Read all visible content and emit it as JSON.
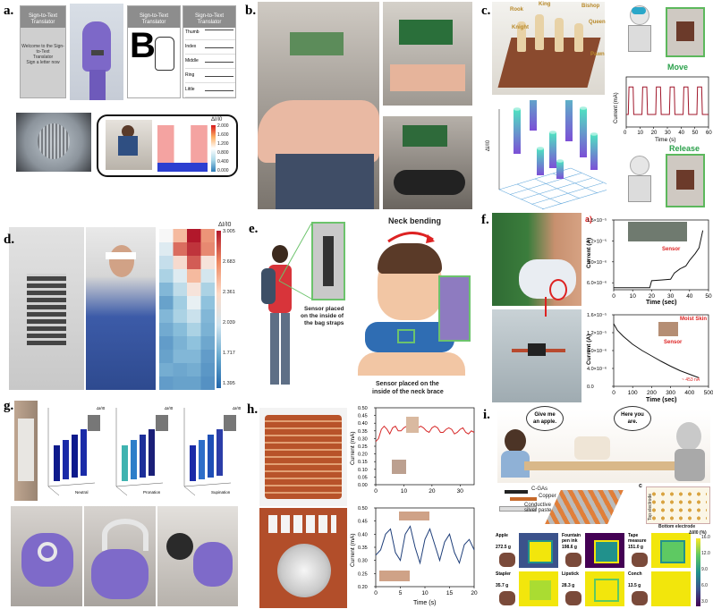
{
  "panels": {
    "a": {
      "label": "a.",
      "app_title_1": "Sign-to-Text",
      "app_title_2": "Translator",
      "welcome_1": "Welcome to the Sign-to-Text",
      "welcome_2": "Translator",
      "welcome_3": "Sign a letter now",
      "letter": "B",
      "fingers": [
        "Thumb",
        "Index",
        "Middle",
        "Ring",
        "Little"
      ],
      "cbar_label": "ΔI/I0",
      "cbar_ticks": [
        "2.000",
        "1.600",
        "1.200",
        "0.800",
        "0.400",
        "0.000"
      ]
    },
    "b": {
      "label": "b."
    },
    "c": {
      "label": "c.",
      "pieces": [
        "Rook",
        "Bishop",
        "Knight",
        "Queen",
        "King",
        "Pawn"
      ],
      "move": "Move",
      "release": "Release",
      "ylabel": "Current (mA)",
      "xlabel": "Time (s)",
      "bar_ylabel": "ΔI/I0"
    },
    "d": {
      "label": "d.",
      "cbar_label": "ΔI/I0",
      "cbar_ticks": [
        "3.005",
        "2.683",
        "2.361",
        "2.039",
        "1.717",
        "1.395"
      ]
    },
    "e": {
      "label": "e.",
      "neck_bending": "Neck bending",
      "strap_1": "Sensor placed",
      "strap_2": "on the inside of",
      "strap_3": "the bag straps",
      "brace_1": "Sensor placed on the",
      "brace_2": "inside of the neck brace"
    },
    "f": {
      "label": "f.",
      "sub_a": "a)",
      "sensor": "Sensor",
      "moist": "Moist Skin",
      "ylabel": "Current (A)",
      "xlabel": "Time (sec)",
      "annot": "~ 453 nA"
    },
    "g": {
      "label": "g.",
      "conditions": [
        "Neutral",
        "Pronation",
        "Supination"
      ],
      "zlabel": "ΔI/I0"
    },
    "h": {
      "label": "h.",
      "ylabel": "Current (mA)",
      "xlabel": "Time (s)"
    },
    "i": {
      "label": "i.",
      "speech_1": "Give me",
      "speech_2": "an apple.",
      "reply_1": "Here you",
      "reply_2": "are.",
      "layer_cgas": "C-GAs",
      "layer_copper": "Copper",
      "layer_silver_1": "Conductive",
      "layer_silver_2": "silver paste",
      "sub_c": "c",
      "top_electrode": "Top electrode",
      "bottom_electrode": "Bottom electrode",
      "items": [
        {
          "name": "Apple",
          "mass": "272.5 g"
        },
        {
          "name": "Fountain pen ink",
          "mass": "198.6 g"
        },
        {
          "name": "Tape measure",
          "mass": "151.0 g"
        },
        {
          "name": "Stapler",
          "mass": "35.7 g"
        },
        {
          "name": "Lipstick",
          "mass": "28.3 g"
        },
        {
          "name": "Conch",
          "mass": "13.5 g"
        }
      ],
      "cbar_label": "ΔI/I0 (%)",
      "cbar_ticks": [
        "16.0",
        "12.0",
        "9.0",
        "6.0",
        "3.0"
      ]
    }
  },
  "chart_data": [
    {
      "type": "line",
      "panel": "c",
      "xlabel": "Time (s)",
      "ylabel": "Current (mA)",
      "xlim": [
        0,
        60
      ],
      "x_ticks": [
        0,
        10,
        20,
        30,
        40,
        50,
        60
      ],
      "annotations": [
        "Move",
        "Release"
      ]
    },
    {
      "type": "line",
      "panel": "f-top",
      "xlabel": "Time (sec)",
      "ylabel": "Current (A)",
      "xlim": [
        0,
        50
      ],
      "ylim": [
        5e-06,
        1.5e-05
      ],
      "x_ticks": [
        0,
        10,
        20,
        30,
        40,
        50
      ],
      "y_tick_labels": [
        "6.0×10⁻⁶",
        "9.0×10⁻⁶",
        "1.2×10⁻⁵",
        "1.5×10⁻⁵"
      ],
      "x": [
        0,
        5,
        10,
        15,
        19,
        20,
        25,
        30,
        32,
        35,
        38,
        40,
        43,
        45,
        47
      ],
      "y": [
        5.3e-06,
        5.3e-06,
        5.3e-06,
        5.3e-06,
        5.3e-06,
        6.3e-06,
        6.4e-06,
        6.5e-06,
        7.4e-06,
        8e-06,
        8.4e-06,
        9.2e-06,
        1.02e-05,
        1.1e-05,
        1.35e-05
      ]
    },
    {
      "type": "line",
      "panel": "f-bottom",
      "title": "Moist Skin",
      "xlabel": "Time (sec)",
      "ylabel": "Current (A)",
      "xlim": [
        0,
        500
      ],
      "ylim": [
        0,
        1.6e-05
      ],
      "x_ticks": [
        0,
        100,
        200,
        300,
        400,
        500
      ],
      "y_tick_labels": [
        "0.0",
        "4.0×10⁻⁶",
        "8.0×10⁻⁶",
        "1.2×10⁻⁵",
        "1.6×10⁻⁵"
      ],
      "x": [
        0,
        20,
        50,
        100,
        150,
        200,
        250,
        300,
        350,
        400,
        450
      ],
      "y": [
        1.4e-05,
        1.25e-05,
        1.12e-05,
        9.4e-06,
        8e-06,
        6.8e-06,
        5.6e-06,
        4.5e-06,
        3.5e-06,
        2.7e-06,
        1.9e-06
      ],
      "annotation": "~ 453 nA"
    },
    {
      "type": "line",
      "panel": "h-top",
      "xlabel": "",
      "ylabel": "Current (mA)",
      "xlim": [
        0,
        35
      ],
      "ylim": [
        0,
        0.5
      ],
      "x_ticks": [
        0,
        10,
        20,
        30
      ],
      "y_ticks": [
        0,
        0.05,
        0.1,
        0.15,
        0.2,
        0.25,
        0.3,
        0.35,
        0.4,
        0.45,
        0.5
      ],
      "x": [
        0,
        1,
        2,
        3,
        4,
        5,
        6,
        7,
        8,
        9,
        10,
        11,
        12,
        13,
        14,
        15,
        16,
        17,
        18,
        19,
        20,
        21,
        22,
        23,
        24,
        25,
        26,
        27,
        28,
        29,
        30,
        31,
        32,
        33,
        34,
        35
      ],
      "y": [
        0.28,
        0.3,
        0.36,
        0.38,
        0.36,
        0.33,
        0.37,
        0.38,
        0.35,
        0.35,
        0.37,
        0.38,
        0.37,
        0.34,
        0.35,
        0.37,
        0.38,
        0.37,
        0.35,
        0.34,
        0.37,
        0.38,
        0.37,
        0.34,
        0.34,
        0.36,
        0.37,
        0.36,
        0.33,
        0.34,
        0.36,
        0.37,
        0.34,
        0.33,
        0.35,
        0.34
      ]
    },
    {
      "type": "line",
      "panel": "h-bottom",
      "xlabel": "Time (s)",
      "ylabel": "Current (mA)",
      "xlim": [
        0,
        20
      ],
      "ylim": [
        0.2,
        0.5
      ],
      "x_ticks": [
        0,
        5,
        10,
        15,
        20
      ],
      "y_ticks": [
        0.2,
        0.25,
        0.3,
        0.35,
        0.4,
        0.45,
        0.5
      ],
      "x": [
        0,
        1,
        2,
        3,
        4,
        5,
        6,
        7,
        8,
        9,
        10,
        11,
        12,
        13,
        14,
        15,
        16,
        17,
        18,
        19,
        20
      ],
      "y": [
        0.32,
        0.34,
        0.4,
        0.42,
        0.33,
        0.3,
        0.4,
        0.43,
        0.35,
        0.29,
        0.38,
        0.42,
        0.36,
        0.3,
        0.37,
        0.4,
        0.33,
        0.29,
        0.36,
        0.38,
        0.34
      ]
    }
  ]
}
